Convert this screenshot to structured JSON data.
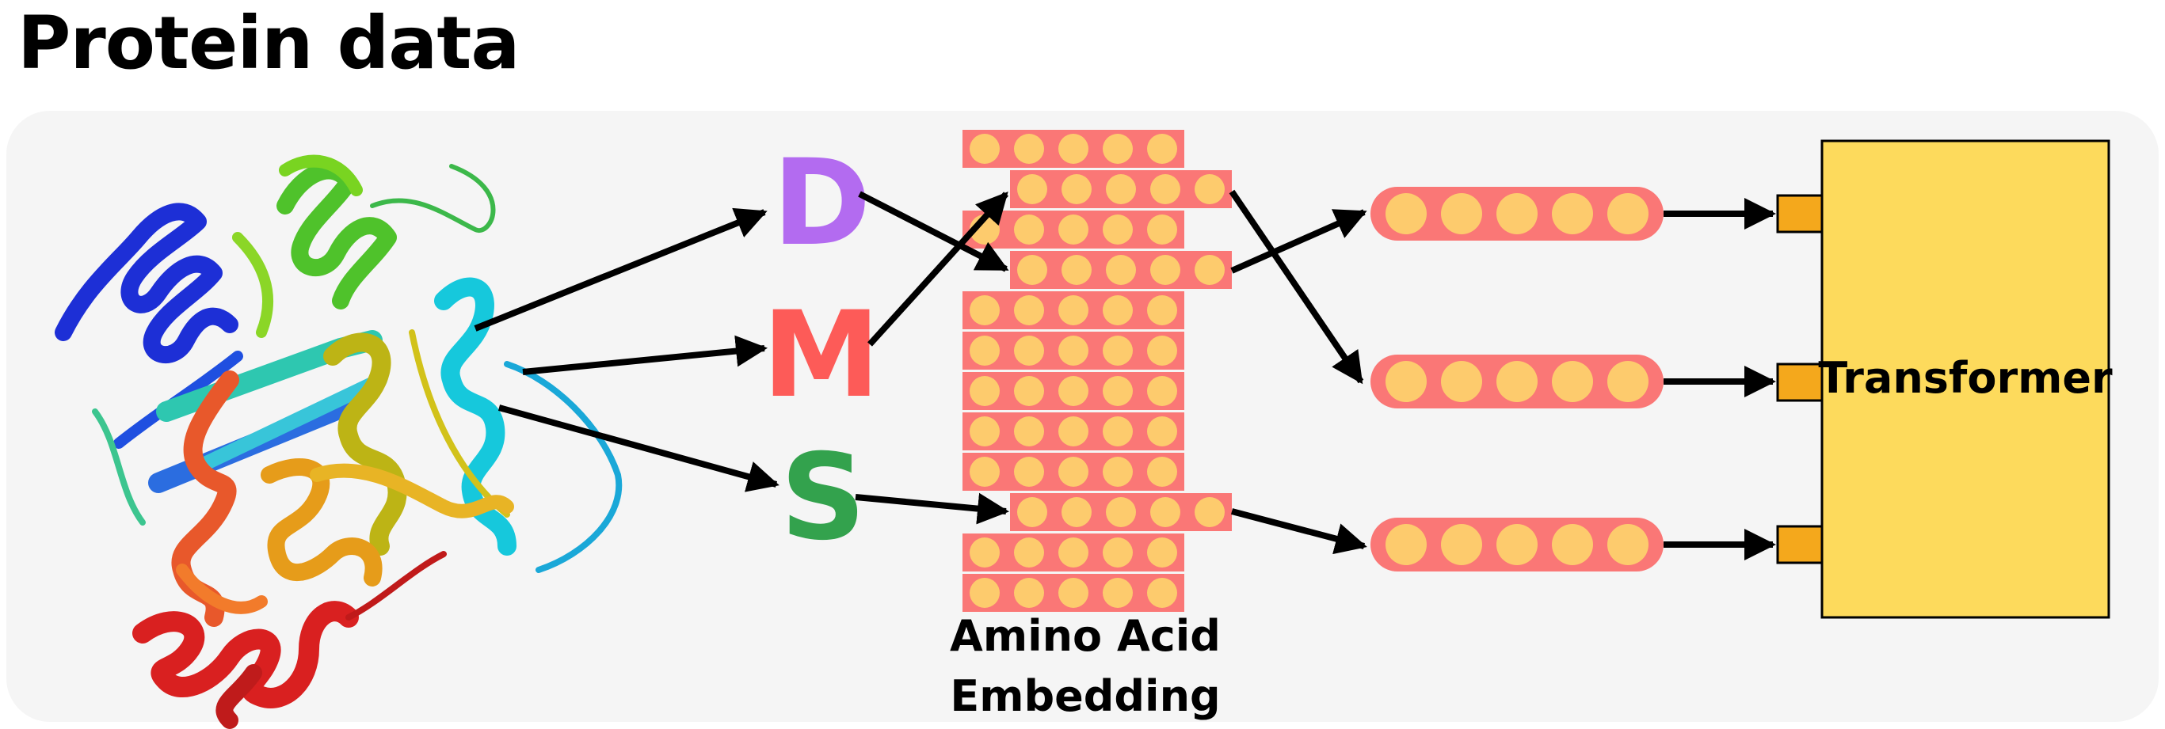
{
  "title": "Protein data",
  "sequence": [
    {
      "letter": "D",
      "color": "#b36bf0"
    },
    {
      "letter": "M",
      "color": "#fd5b58"
    },
    {
      "letter": "S",
      "color": "#33a24d"
    }
  ],
  "embedding_label_line1": "Amino Acid",
  "embedding_label_line2": "Embedding",
  "transformer_label": "Transformer",
  "colors": {
    "panel": "#f5f5f5",
    "embedding_bar": "#fa7776",
    "embedding_dot": "#fdcb6d",
    "transformer_fill": "#fdda5c",
    "input_port": "#f4a81c",
    "arrow": "#000000"
  }
}
